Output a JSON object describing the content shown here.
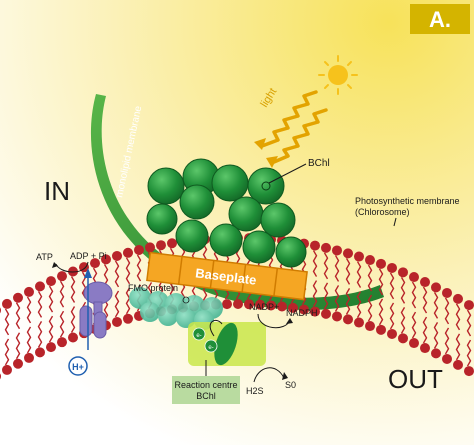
{
  "panel_label": "A.",
  "sides": {
    "inside": "IN",
    "outside": "OUT"
  },
  "labels": {
    "light": "light",
    "bchl_top": "BChl",
    "monolipid_membrane": "monolipid membrane",
    "photosynthetic_membrane_line1": "Photosynthetic membrane",
    "photosynthetic_membrane_line2": "(Chlorosome)",
    "baseplate": "Baseplate",
    "fmo_protein": "FMO protein",
    "atp": "ATP",
    "adp_pi": "ADP + Pi",
    "proton": "H+",
    "nadp_plus": "NADP+",
    "nadph": "NADPH",
    "h2s": "H2S",
    "s0": "S0",
    "reaction_centre_line1": "Reaction centre",
    "reaction_centre_line2": "BChl",
    "electron_1": "e-",
    "electron_2": "e-"
  },
  "colors": {
    "background_yellow": "#f7e77a",
    "panel_label_bg": "#d4b400",
    "sun": "#f6c21c",
    "light_wave": "#e3a300",
    "chlorosome_green": "#2f9a3a",
    "bchl_sphere": "#1f8f38",
    "baseplate_orange": "#f5a623",
    "membrane_red": "#b8242a",
    "fmo_teal": "#4fc0a0",
    "reaction_centre_lime": "#c9e64a",
    "atp_synthase_purple": "#8a7bc4",
    "rc_label_bg": "#b9dba0"
  }
}
